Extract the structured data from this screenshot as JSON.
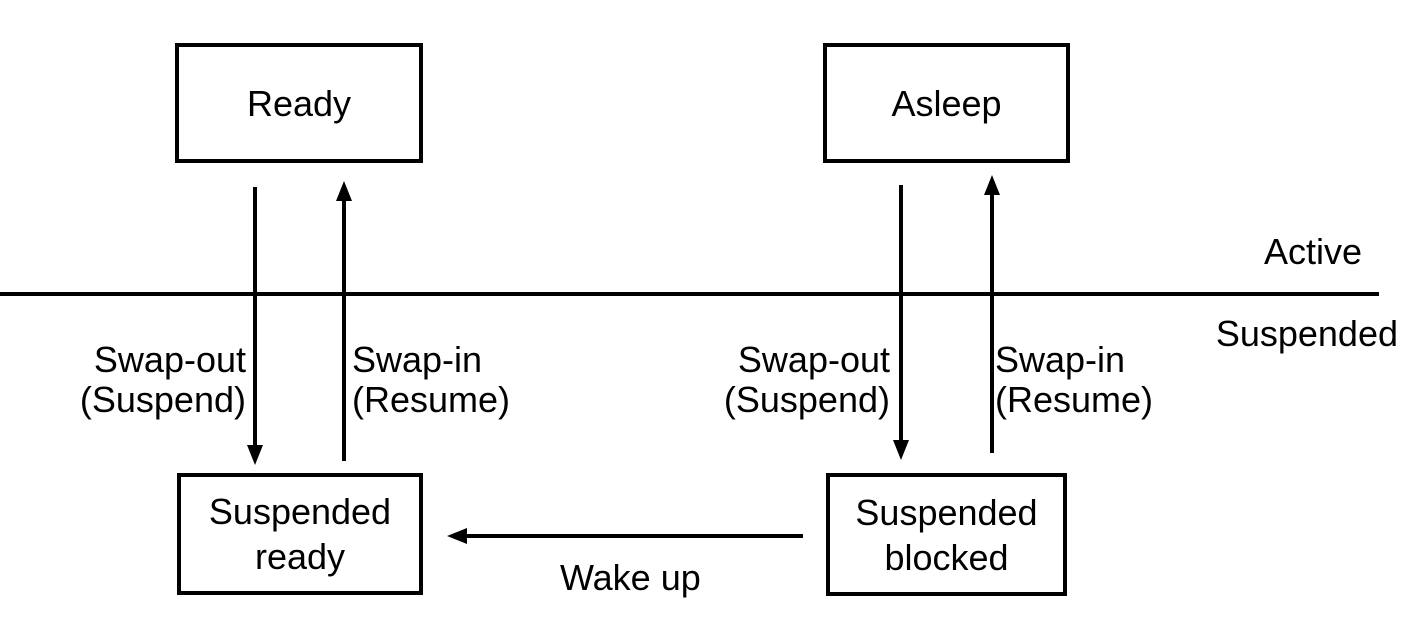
{
  "colors": {
    "foreground": "#000000",
    "background": "#ffffff"
  },
  "regions": {
    "active_label": "Active",
    "suspended_label": "Suspended"
  },
  "states": [
    {
      "id": "ready",
      "label": "Ready"
    },
    {
      "id": "asleep",
      "label": "Asleep"
    },
    {
      "id": "suspended_ready",
      "line1": "Suspended",
      "line2": "ready"
    },
    {
      "id": "suspended_blocked",
      "line1": "Suspended",
      "line2": "blocked"
    }
  ],
  "transitions": {
    "left_swap_out": {
      "line1": "Swap-out",
      "line2": "(Suspend)"
    },
    "left_swap_in": {
      "line1": "Swap-in",
      "line2": "(Resume)"
    },
    "right_swap_out": {
      "line1": "Swap-out",
      "line2": "(Suspend)"
    },
    "right_swap_in": {
      "line1": "Swap-in",
      "line2": "(Resume)"
    },
    "wake_up": {
      "label": "Wake up"
    }
  }
}
